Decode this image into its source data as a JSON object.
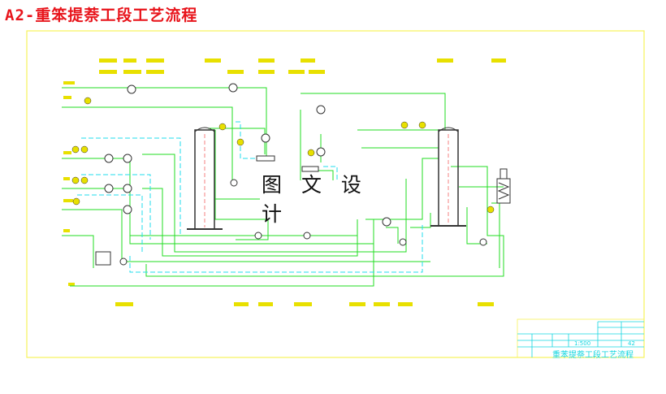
{
  "title": "A2-重笨提萘工段工艺流程",
  "watermark": "图 文 设 计",
  "title_block": {
    "drawing_name": "重苯提萘工段工艺流程",
    "scale": "1:500",
    "sheet_no": "42"
  },
  "colors": {
    "frame": "#f7f25a",
    "process_line": "#22dd22",
    "utility_line": "#22ddee",
    "equipment": "#333333",
    "label": "#e8e000",
    "title": "#e8141b",
    "title_block": "#13d6e0"
  }
}
